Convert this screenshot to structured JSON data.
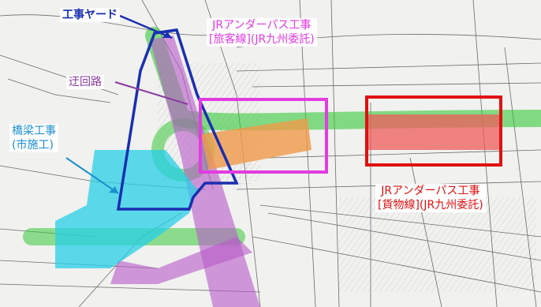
{
  "labels": {
    "construction_yard": "工事ヤード",
    "jr_passenger": {
      "line1": "JRアンダーパス工事",
      "line2": "[旅客線](JR九州委託)"
    },
    "detour": "迂回路",
    "bridge": {
      "line1": "橋梁工事",
      "line2": "(市施工)"
    },
    "jr_freight": {
      "line1": "JRアンダーパス工事",
      "line2": "[貨物線](JR九州委託)"
    }
  },
  "colors": {
    "construction_yard": "#1a2fb0",
    "jr_passenger": "#e23be0",
    "detour": "#8a3aa0",
    "bridge": "#1a8fcc",
    "jr_freight": "#e01010",
    "road": "#39c93a",
    "detour_fill": "#b85ac8",
    "bridge_fill": "#27cfe8",
    "passenger_fill": "#f09a4a",
    "freight_fill": "#ee5b5b"
  }
}
